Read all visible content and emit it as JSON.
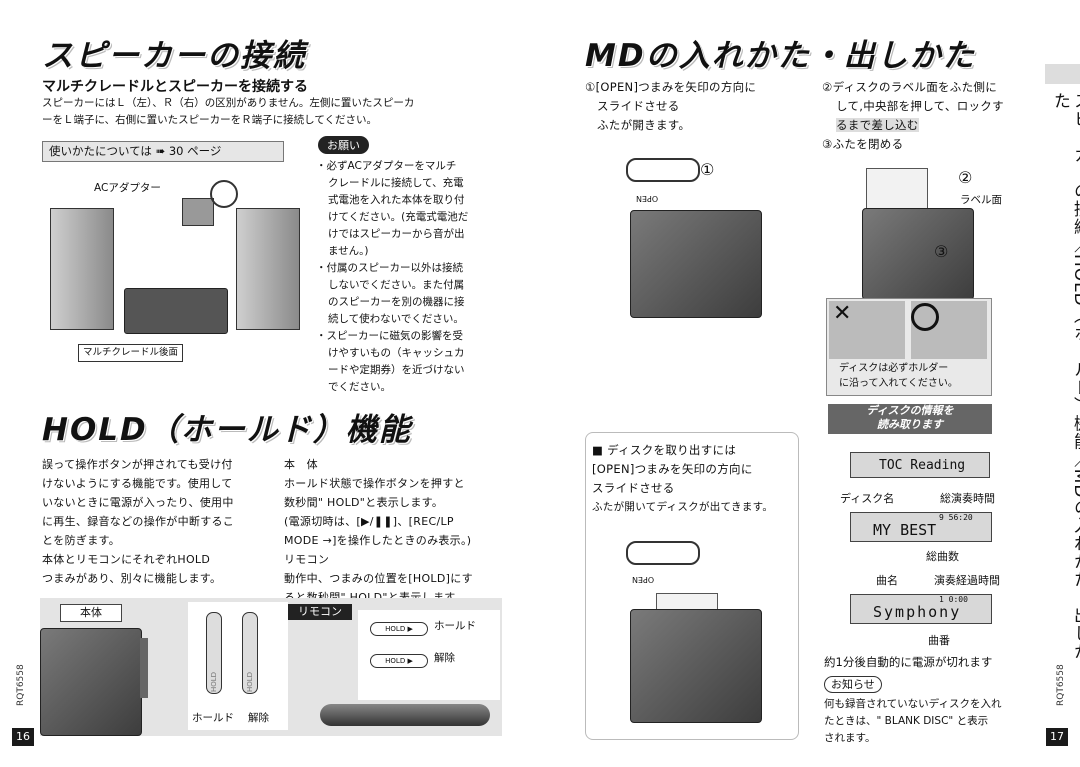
{
  "left": {
    "title": "スピーカーの接続",
    "subtitle": "マルチクレードルとスピーカーを接続する",
    "intro": [
      "スピーカーにはＬ（左）、Ｒ（右）の区別がありません。左側に置いたスピーカ",
      "ーをＬ端子に、右側に置いたスピーカーをＲ端子に接続してください。"
    ],
    "usage_ref": "使いかたについては ➠ 30 ページ",
    "ac_label": "ACアダプター",
    "cradle_label": "マルチクレードル後面",
    "request_badge": "お願い",
    "bullets": [
      [
        "・必ずACアダプターをマルチ",
        "クレードルに接続して、充電",
        "式電池を入れた本体を取り付",
        "けてください。(充電式電池だ",
        "けではスピーカーから音が出",
        "ません。)"
      ],
      [
        "・付属のスピーカー以外は接続",
        "しないでください。また付属",
        "のスピーカーを別の機器に接",
        "続して使わないでください。"
      ],
      [
        "・スピーカーに磁気の影響を受",
        "けやすいもの（キャッシュカ",
        "ードや定期券）を近づけない",
        "でください。"
      ]
    ],
    "hold_title": "HOLD（ホールド）機能",
    "hold_desc": [
      "誤って操作ボタンが押されても受け付",
      "けないようにする機能です。使用して",
      "いないときに電源が入ったり、使用中",
      "に再生、録音などの操作が中断するこ",
      "とを防ぎます。",
      "本体とリモコンにそれぞれHOLD",
      "つまみがあり、別々に機能します。"
    ],
    "body_head": "本　体",
    "body_text": [
      "ホールド状態で操作ボタンを押すと",
      "数秒間\" HOLD\"と表示します。",
      "(電源切時は、[▶/❚❚]、[REC/LP",
      "MODE →]を操作したときのみ表示。)"
    ],
    "remote_head": "リモコン",
    "remote_text": [
      "動作中、つまみの位置を[HOLD]にす",
      "ると数秒間\" HOLD\"と表示します。"
    ],
    "fig_body_tab": "本体",
    "fig_remote_tab": "リモコン",
    "hold_label": "ホールド",
    "release_label": "解除",
    "hold_btn": "HOLD ▶",
    "switch_text": "HOLD",
    "page": "16",
    "code": "RQT6558"
  },
  "right": {
    "title": "MDの入れかた・出しかた",
    "step1": [
      "①[OPEN]つまみを矢印の方向に",
      "スライドさせる",
      "ふたが開きます。"
    ],
    "step2": [
      "②ディスクのラベル面をふた側に",
      "して,中央部を押して、ロックす",
      "るまで差し込む",
      "③ふたを閉める"
    ],
    "open_label": "OPEN",
    "circle1": "①",
    "circle2": "②",
    "circle3": "③",
    "label_side": "ラベル面",
    "holder_note": [
      "ディスクは必ずホルダー",
      "に沿って入れてください。"
    ],
    "remove_head": "■ ディスクを取り出すには",
    "remove_text": [
      "[OPEN]つまみを矢印の方向に",
      "スライドさせる",
      "ふたが開いてディスクが出てきます。"
    ],
    "banner": [
      "ディスクの情報を",
      "読み取ります"
    ],
    "lcd1": "TOC Reading",
    "disc_name": "ディスク名",
    "total_time": "総演奏時間",
    "lcd2": "MY BEST",
    "lcd2_time": "9 56:20",
    "total_tracks": "総曲数",
    "track_name": "曲名",
    "elapsed": "演奏経過時間",
    "lcd3": "Symphony",
    "lcd3_time": "1 0:00",
    "track_no": "曲番",
    "auto_off": "約1分後自動的に電源が切れます",
    "notice_badge": "お知らせ",
    "notice": [
      "何も録音されていないディスクを入れ",
      "たときは、\" BLANK DISC\" と表示",
      "されます。"
    ],
    "side_title": "スピーカーの接続／HOLD（ホールド）機能／MDの入れかた・出しかた",
    "page": "17",
    "code": "RQT6558"
  }
}
